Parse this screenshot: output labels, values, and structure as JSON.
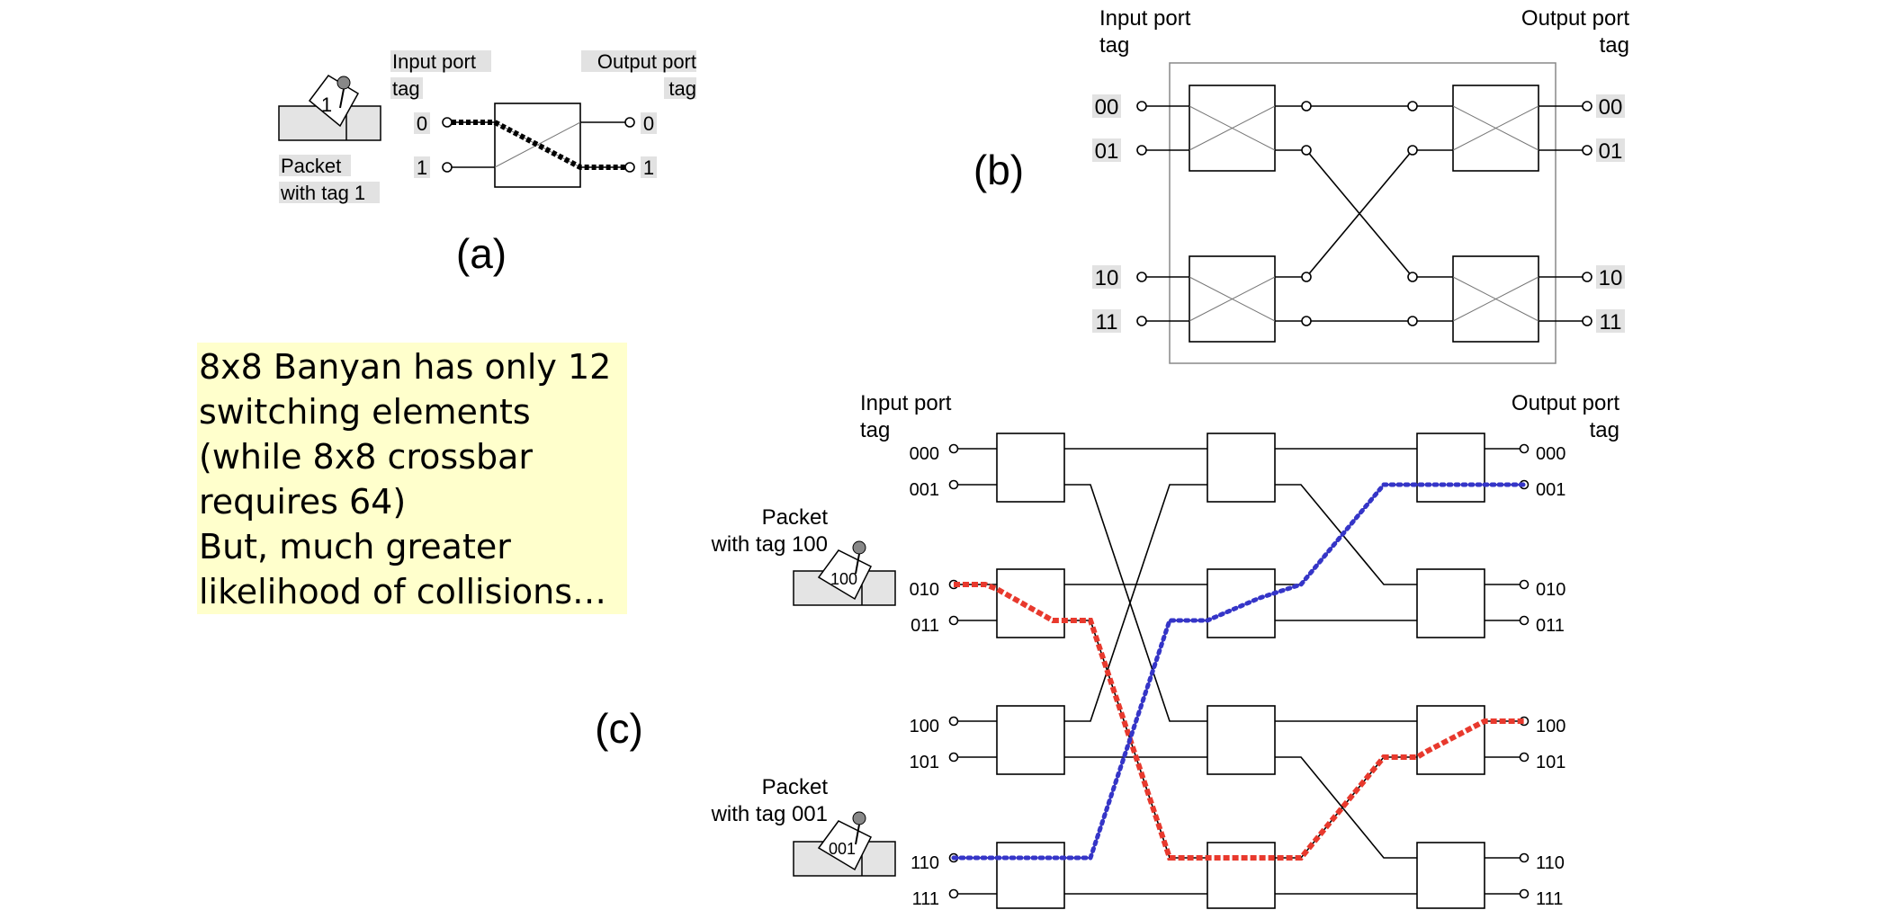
{
  "panel_a": {
    "label": "(a)",
    "input_header": [
      "Input port",
      "tag"
    ],
    "output_header": [
      "Output port",
      "tag"
    ],
    "input_tags": [
      "0",
      "1"
    ],
    "output_tags": [
      "0",
      "1"
    ],
    "packet_tag": "1",
    "packet_caption": [
      "Packet",
      "with tag 1"
    ]
  },
  "panel_b": {
    "label": "(b)",
    "input_header": [
      "Input port",
      "tag"
    ],
    "output_header": [
      "Output port",
      "tag"
    ],
    "input_tags": [
      "00",
      "01",
      "10",
      "11"
    ],
    "output_tags": [
      "00",
      "01",
      "10",
      "11"
    ]
  },
  "panel_c": {
    "label": "(c)",
    "input_header": [
      "Input port",
      "tag"
    ],
    "output_header": [
      "Output port",
      "tag"
    ],
    "input_tags": [
      "000",
      "001",
      "010",
      "011",
      "100",
      "101",
      "110",
      "111"
    ],
    "output_tags": [
      "000",
      "001",
      "010",
      "011",
      "100",
      "101",
      "110",
      "111"
    ],
    "packets": [
      {
        "tag": "100",
        "caption": [
          "Packet",
          "with tag 100"
        ],
        "path_color": "#e8392d",
        "from_port": "010",
        "to_port": "100"
      },
      {
        "tag": "001",
        "caption": [
          "Packet",
          "with tag 001"
        ],
        "path_color": "#3535c8",
        "from_port": "110",
        "to_port": "001"
      }
    ]
  },
  "note": {
    "lines": [
      "8x8 Banyan has only 12",
      "switching elements",
      "(while 8x8 crossbar",
      "requires 64)",
      "But, much greater",
      "likelihood of collisions…"
    ],
    "background": "#ffffcc"
  }
}
